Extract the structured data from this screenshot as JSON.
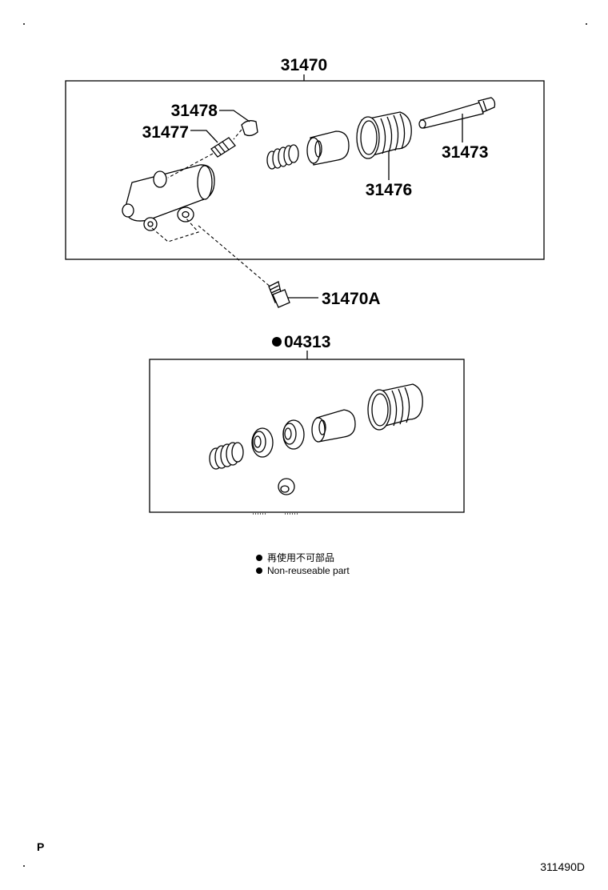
{
  "diagram": {
    "assembly_label": "31470",
    "parts": {
      "p31478": "31478",
      "p31477": "31477",
      "p31473": "31473",
      "p31476": "31476",
      "p31470A": "31470A"
    },
    "kit": {
      "marker": "●",
      "label": "04313"
    },
    "legend": {
      "line1": "再使用不可部品",
      "line2": "Non-reuseable part"
    },
    "page_letter": "P",
    "figure_code": "311490D"
  }
}
